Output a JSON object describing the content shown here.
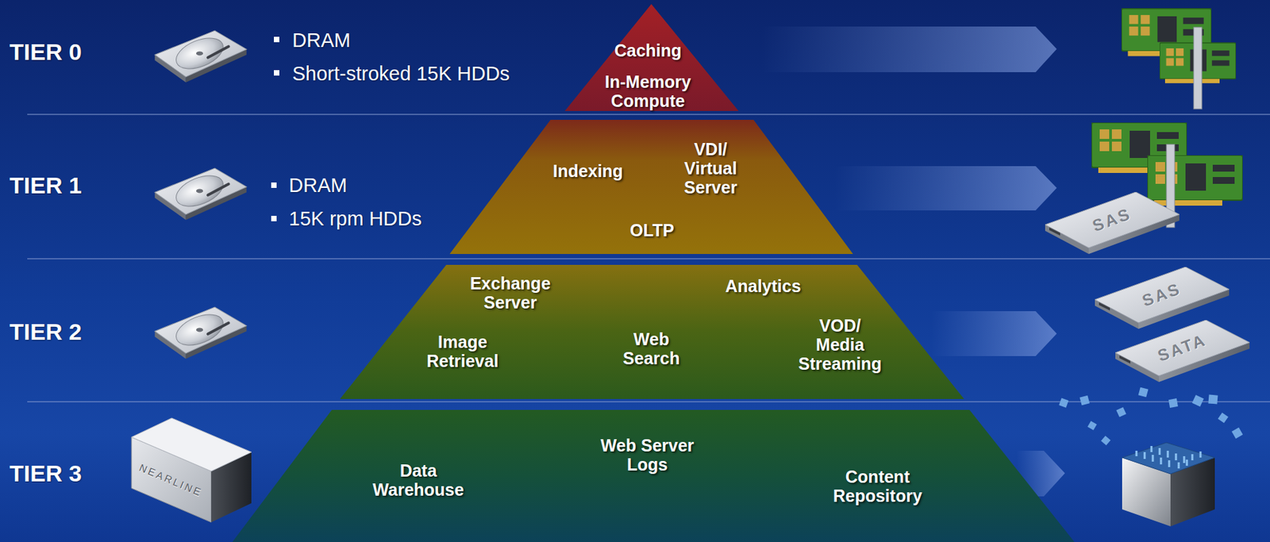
{
  "diagram": {
    "nodes": [
      {
        "text": [
          "Caching",
          "In-Memory Compute"
        ]
      },
      {
        "text": [
          "Indexing",
          "VDI/ Virtual Server",
          "OLTP"
        ]
      },
      {
        "text": [
          "Exchange Server",
          "Analytics",
          "Image Retrieval",
          "Web Search",
          "VOD/ Media Streaming"
        ]
      },
      {
        "text": [
          "Data Warehouse",
          "Web Server Logs",
          "Content Repository"
        ]
      }
    ],
    "labels": [
      "TIER 0",
      "TIER 1",
      "TIER 2",
      "TIER 3",
      "DRAM",
      "Short-stroked 15K HDDs",
      "DRAM",
      "15K rpm HDDs",
      "SAS",
      "SAS",
      "SATA",
      "NEARLINE"
    ]
  }
}
